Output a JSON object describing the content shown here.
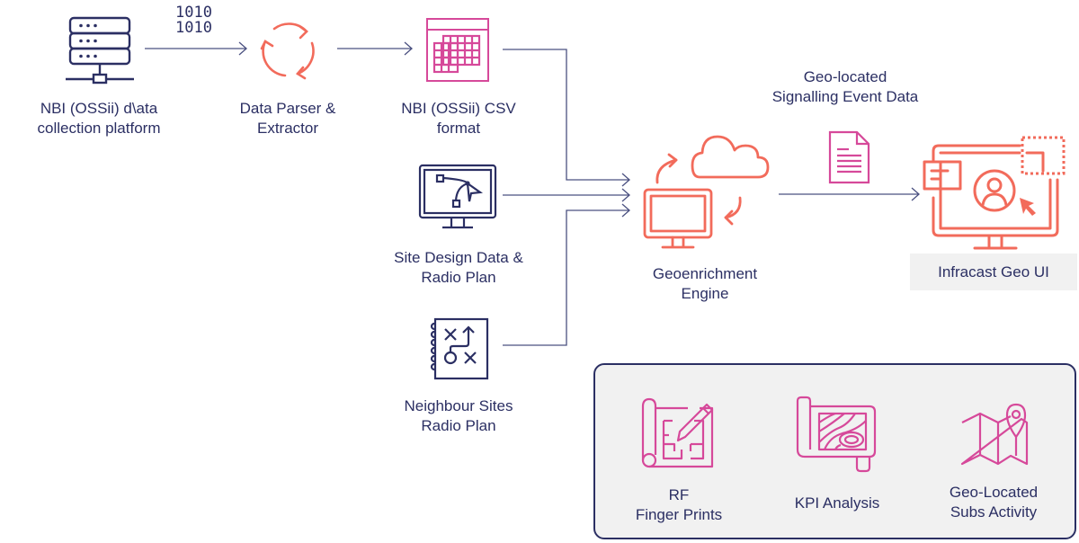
{
  "colors": {
    "navy": "#2b2f63",
    "coral": "#f26b5b",
    "magenta": "#d6499a",
    "panel_bg": "#f1f1f1",
    "connector": "#4a5080"
  },
  "nodes": {
    "nbi_platform": {
      "label_line1": "NBI (OSSii) d\\ata",
      "label_line2": "collection platform",
      "icon": "server-icon"
    },
    "binary_annotation": {
      "line1": "1010",
      "line2": "1010",
      "icon": "binary-data-icon"
    },
    "data_parser": {
      "label_line1": "Data Parser &",
      "label_line2": "Extractor",
      "icon": "cycle-arrows-icon"
    },
    "csv_format": {
      "label_line1": "NBI (OSSii) CSV",
      "label_line2": "format",
      "icon": "spreadsheet-icon"
    },
    "site_design": {
      "label_line1": "Site Design Data &",
      "label_line2": "Radio Plan",
      "icon": "design-monitor-icon"
    },
    "neighbour_sites": {
      "label_line1": "Neighbour Sites",
      "label_line2": "Radio Plan",
      "icon": "strategy-notebook-icon"
    },
    "geoenrichment": {
      "label_line1": "Geoenrichment",
      "label_line2": "Engine",
      "icon": "cloud-sync-monitor-icon"
    },
    "signalling_data": {
      "label_line1": "Geo-located",
      "label_line2": "Signalling Event Data",
      "icon": "document-icon"
    },
    "infracast_ui": {
      "label": "Infracast Geo UI",
      "icon": "dashboard-monitor-icon"
    }
  },
  "outputs_panel": {
    "items": [
      {
        "label_line1": "RF",
        "label_line2": "Finger Prints",
        "icon": "blueprint-pencil-icon"
      },
      {
        "label_line1": "KPI Analysis",
        "label_line2": "",
        "icon": "topographic-map-icon"
      },
      {
        "label_line1": "Geo-Located",
        "label_line2": "Subs Activity",
        "icon": "folded-map-pin-icon"
      }
    ]
  }
}
